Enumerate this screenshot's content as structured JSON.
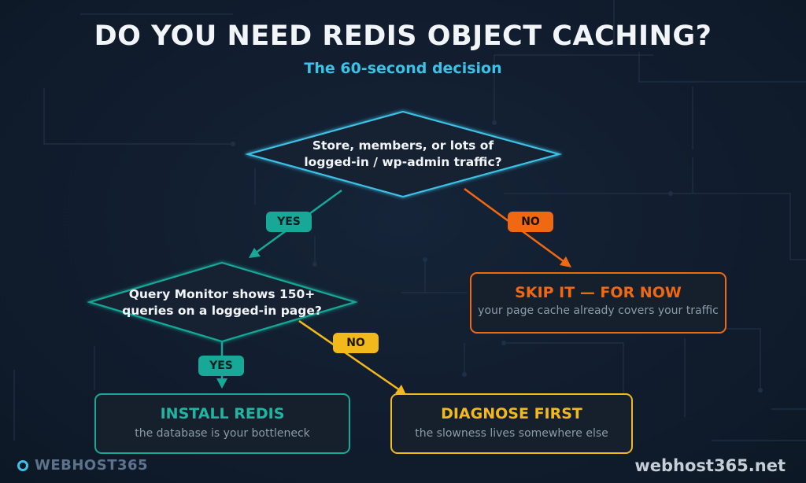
{
  "header": {
    "title": "DO YOU NEED REDIS OBJECT CACHING?",
    "subtitle": "The 60-second decision"
  },
  "colors": {
    "background": "#101c2c",
    "accent_cyan": "#3cc2e6",
    "yes_teal": "#17a897",
    "no_orange": "#f06912",
    "no_yellow": "#f2b91d"
  },
  "decisions": [
    {
      "text": "Store, members, or lots of\nlogged-in / wp-admin traffic?"
    },
    {
      "text": "Query Monitor shows 150+\nqueries on a logged-in page?"
    }
  ],
  "labels": {
    "yes_1": "YES",
    "no_1": "NO",
    "yes_2": "YES",
    "no_2": "NO"
  },
  "outcomes": {
    "skip": {
      "title": "SKIP IT — FOR NOW",
      "subtitle": "your page cache already covers your traffic"
    },
    "install": {
      "title": "INSTALL REDIS",
      "subtitle": "the database is your bottleneck"
    },
    "diagnose": {
      "title": "DIAGNOSE FIRST",
      "subtitle": "the slowness lives somewhere else"
    }
  },
  "footer": {
    "brand": "WEBHOST365",
    "logo_icon": "ring-icon",
    "site": "webhost365.net"
  }
}
